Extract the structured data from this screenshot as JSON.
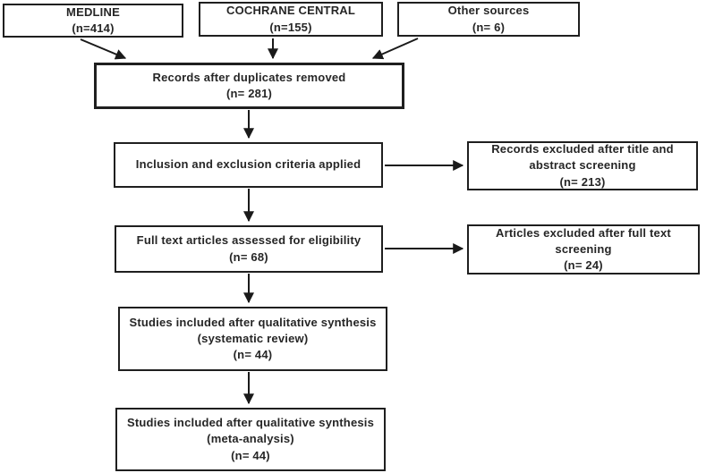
{
  "figure": {
    "type": "prisma-flow-diagram",
    "colors": {
      "border": "#1f1f1f",
      "text": "#262626",
      "background": "#ffffff",
      "arrow": "#1a1a1a"
    },
    "boxes": {
      "medline": {
        "text": "MEDLINE",
        "count": "(n=414)"
      },
      "cochrane": {
        "text": "COCHRANE CENTRAL",
        "count": "(n=155)"
      },
      "other_sources": {
        "text": "Other sources",
        "count": "(n= 6)"
      },
      "records_after_duplicates": {
        "text": "Records after duplicates removed",
        "count": "(n= 281)"
      },
      "criteria_applied": {
        "text": "Inclusion and exclusion criteria applied"
      },
      "excluded_title_abstract": {
        "text": "Records excluded after title and abstract screening",
        "count": "(n= 213)"
      },
      "full_text_assessed": {
        "text": "Full text articles assessed for eligibility",
        "count": "(n= 68)"
      },
      "excluded_full_text": {
        "text": "Articles excluded after full text screening",
        "count": "(n= 24)"
      },
      "qualitative_systematic": {
        "text": "Studies included after qualitative synthesis (systematic review)",
        "count": "(n= 44)"
      },
      "qualitative_meta": {
        "text": "Studies included after qualitative synthesis (meta-analysis)",
        "count": "(n= 44)"
      }
    }
  }
}
